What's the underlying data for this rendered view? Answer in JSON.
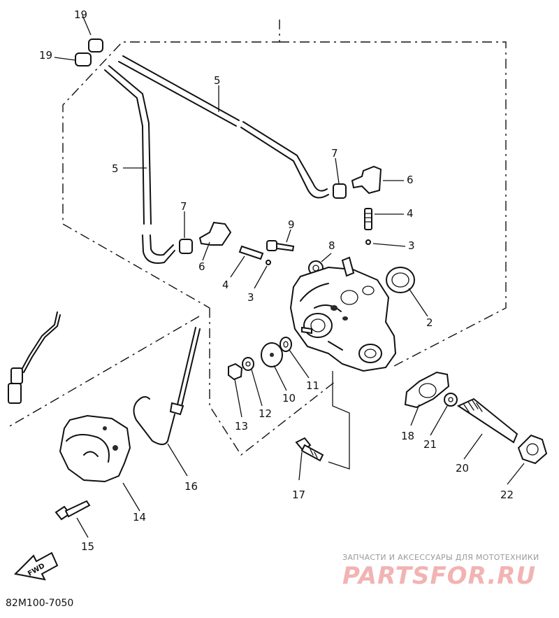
{
  "diagram": {
    "code": "82M100-7050",
    "forward_label": "FWD",
    "watermark": {
      "tagline": "ЗАПЧАСТИ И АКСЕССУАРЫ ДЛЯ МОТОТЕХНИКИ",
      "logo": "PARTSFOR.RU"
    },
    "callouts": [
      "19",
      "19",
      "5",
      "5",
      "7",
      "6",
      "4",
      "3",
      "7",
      "6",
      "9",
      "8",
      "4",
      "3",
      "2",
      "11",
      "10",
      "12",
      "13",
      "18",
      "21",
      "20",
      "22",
      "17",
      "14",
      "16",
      "15"
    ]
  }
}
